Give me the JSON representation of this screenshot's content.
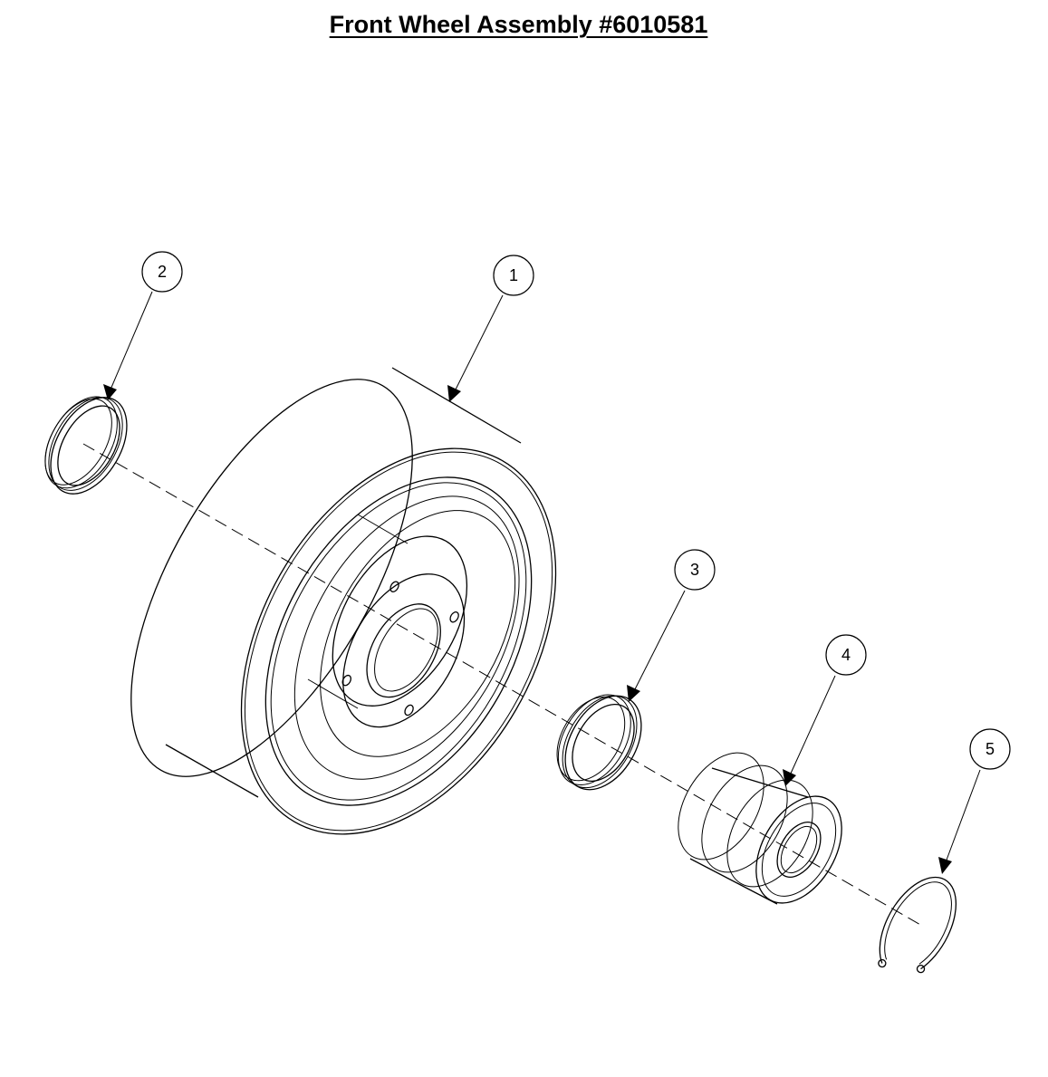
{
  "title": "Front Wheel Assembly #6010581",
  "callouts": [
    {
      "label": "1",
      "part": "wheel"
    },
    {
      "label": "2",
      "part": "seal"
    },
    {
      "label": "3",
      "part": "seal"
    },
    {
      "label": "4",
      "part": "bearing"
    },
    {
      "label": "5",
      "part": "retaining-ring"
    }
  ]
}
